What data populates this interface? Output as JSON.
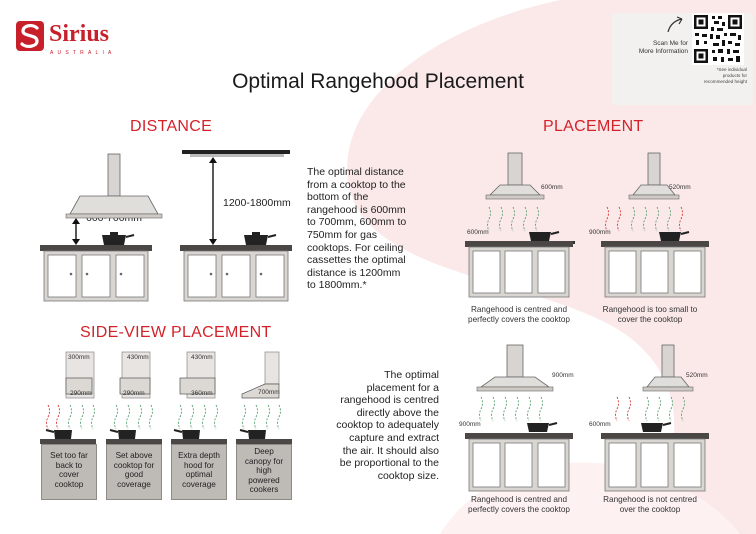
{
  "brand": {
    "name": "Sirius",
    "sub": "AUSTRALIA",
    "color": "#c8202a"
  },
  "title": "Optimal Rangehood Placement",
  "qr": {
    "scan_line1": "Scan Me for",
    "scan_line2": "More Information",
    "note_line1": "*See individual",
    "note_line2": "products for",
    "note_line3": "recommended height"
  },
  "distance": {
    "heading": "DISTANCE",
    "label_a": "600-700mm",
    "label_b": "1200-1800mm",
    "text": [
      "The optimal distance",
      "from a cooktop to the",
      "bottom of the",
      "rangehood is 600mm",
      "to 700mm, 600mm to",
      "750mm for gas",
      "cooktops. For ceiling",
      "cassettes the optimal",
      "distance is 1200mm",
      "to 1800mm.*"
    ]
  },
  "placement": {
    "heading": "PLACEMENT",
    "items": [
      {
        "width": "600mm",
        "cooktop": "600mm",
        "caption1": "Rangehood is centred and",
        "caption2": "perfectly covers the cooktop"
      },
      {
        "width": "520mm",
        "cooktop": "900mm",
        "caption1": "Rangehood is too small to",
        "caption2": "cover the cooktop"
      },
      {
        "width": "900mm",
        "cooktop": "900mm",
        "caption1": "Rangehood is centred and",
        "caption2": "perfectly covers the cooktop"
      },
      {
        "width": "520mm",
        "cooktop": "600mm",
        "caption1": "Rangehood is not centred",
        "caption2": "over the cooktop"
      }
    ],
    "text": [
      "The optimal",
      "placement for a",
      "rangehood is centred",
      "directly above the",
      "cooktop to adequately",
      "capture and extract",
      "the air. It should also",
      "be proportional to the",
      "cooktop size."
    ]
  },
  "side_view": {
    "heading": "SIDE-VIEW PLACEMENT",
    "items": [
      {
        "top": "300mm",
        "depth": "290mm",
        "lines": [
          "Set too far",
          "back to",
          "cover",
          "cooktop"
        ]
      },
      {
        "top": "430mm",
        "depth": "290mm",
        "lines": [
          "Set above",
          "cooktop for",
          "good",
          "coverage"
        ]
      },
      {
        "top": "430mm",
        "depth": "360mm",
        "lines": [
          "Extra depth",
          "hood for",
          "optimal",
          "coverage"
        ]
      },
      {
        "top": "",
        "depth": "700mm",
        "lines": [
          "Deep",
          "canopy for",
          "high",
          "powered",
          "cookers"
        ]
      }
    ]
  }
}
